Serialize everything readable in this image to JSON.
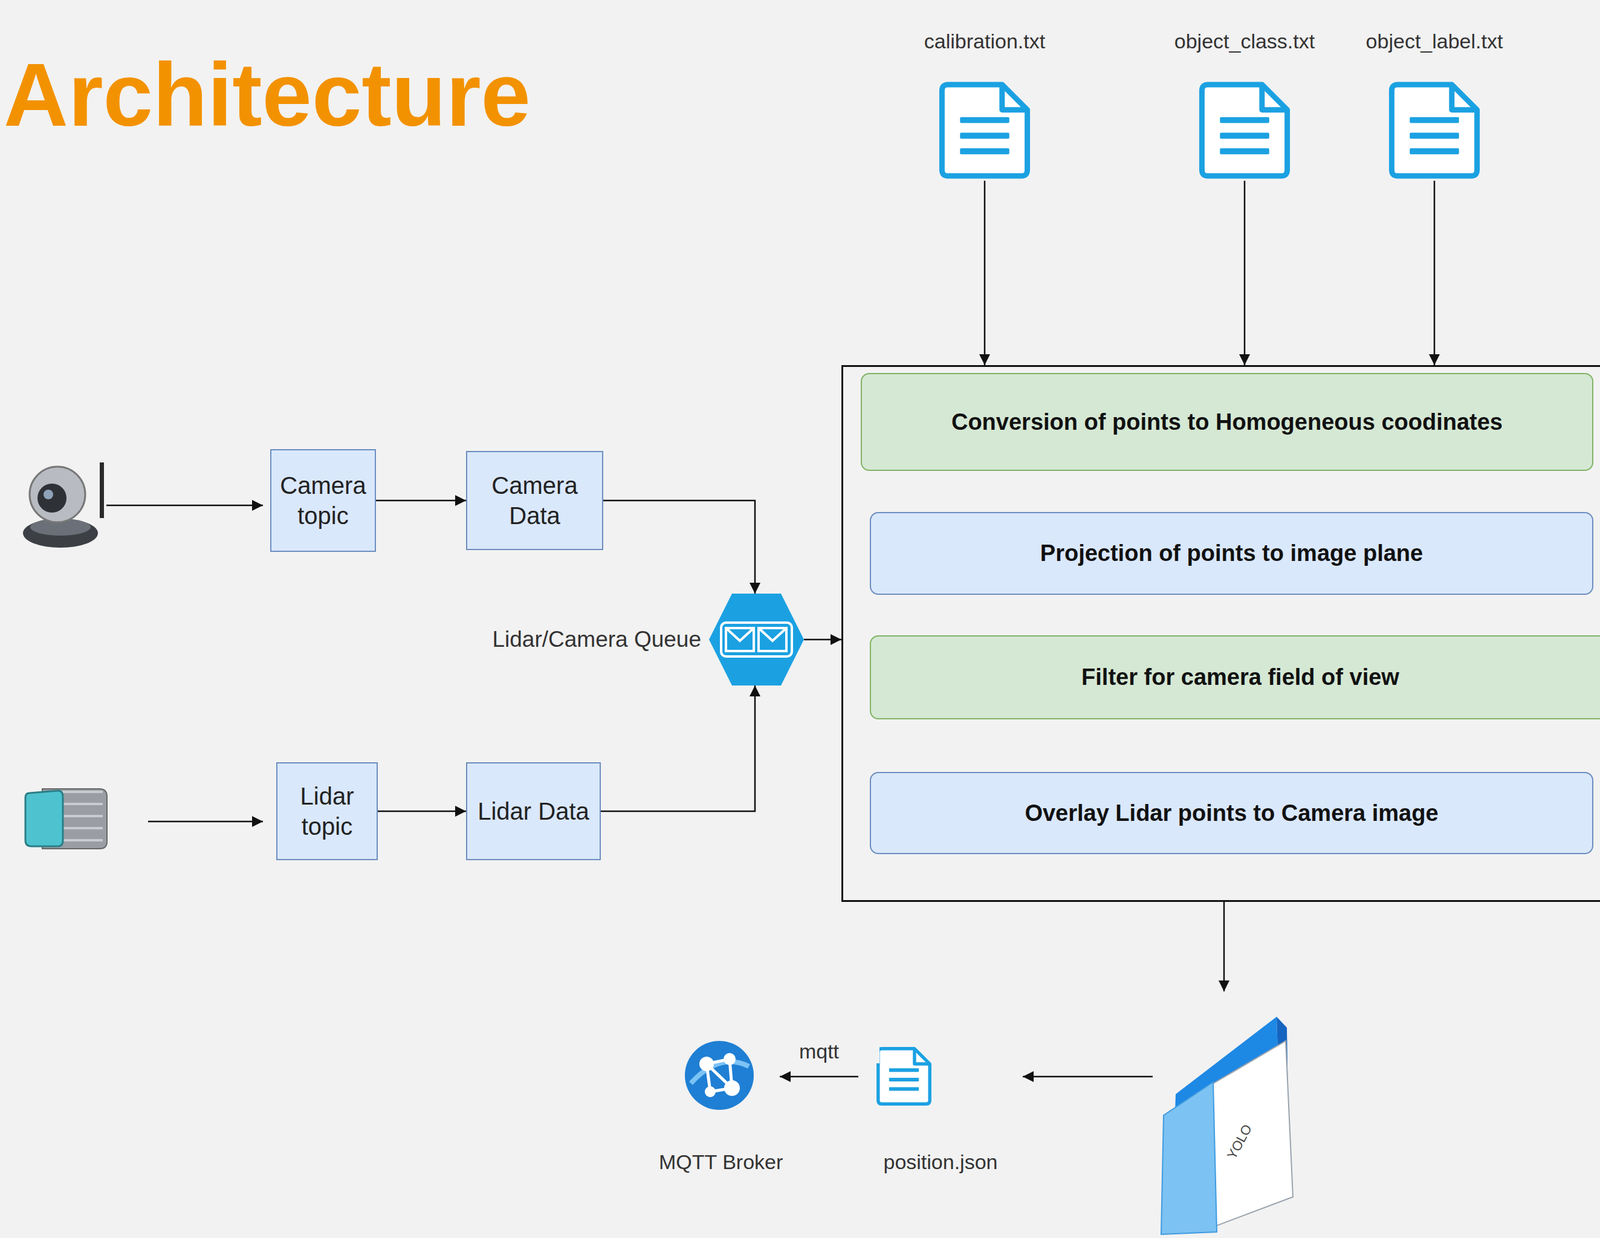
{
  "diagram": {
    "title": "Architecture",
    "nodes": [
      {
        "text": [
          "calibration.txt"
        ]
      },
      {
        "text": [
          "object_class.txt"
        ]
      },
      {
        "text": [
          "object_label.txt"
        ]
      },
      {
        "text": [
          "Camera topic"
        ]
      },
      {
        "text": [
          "Camera Data"
        ]
      },
      {
        "text": [
          "Lidar/Camera Queue"
        ]
      },
      {
        "text": [
          "Lidar topic"
        ]
      },
      {
        "text": [
          "Lidar Data"
        ]
      },
      {
        "text": []
      },
      {
        "text": [
          "Conversion of points to Homogeneous coodinates"
        ],
        "in": 8
      },
      {
        "text": [
          "Projection of points to image plane"
        ],
        "in": 8
      },
      {
        "text": [
          "Filter for camera field of view"
        ],
        "in": 8
      },
      {
        "text": [
          "Overlay Lidar points to Camera image"
        ],
        "in": 8
      },
      {
        "text": [
          "YOLO"
        ]
      },
      {
        "text": [
          "position.json"
        ]
      },
      {
        "text": [
          "MQTT Broker"
        ]
      }
    ],
    "edges": [
      {
        "from": 0,
        "to": 8,
        "arrow": "to"
      },
      {
        "from": 1,
        "to": 8,
        "arrow": "to"
      },
      {
        "from": 2,
        "to": 8,
        "arrow": "to"
      },
      {
        "from": 3,
        "to": 4,
        "arrow": "to"
      },
      {
        "from": 4,
        "to": 5,
        "arrow": "to"
      },
      {
        "from": 6,
        "to": 7,
        "arrow": "to"
      },
      {
        "from": 7,
        "to": 5,
        "arrow": "to"
      },
      {
        "from": 5,
        "to": 8,
        "arrow": "to"
      },
      {
        "from": 8,
        "to": 13,
        "arrow": "to"
      },
      {
        "from": 13,
        "to": 14,
        "arrow": "to"
      },
      {
        "from": 14,
        "to": 15,
        "label": "mqtt",
        "arrow": "to"
      }
    ]
  }
}
